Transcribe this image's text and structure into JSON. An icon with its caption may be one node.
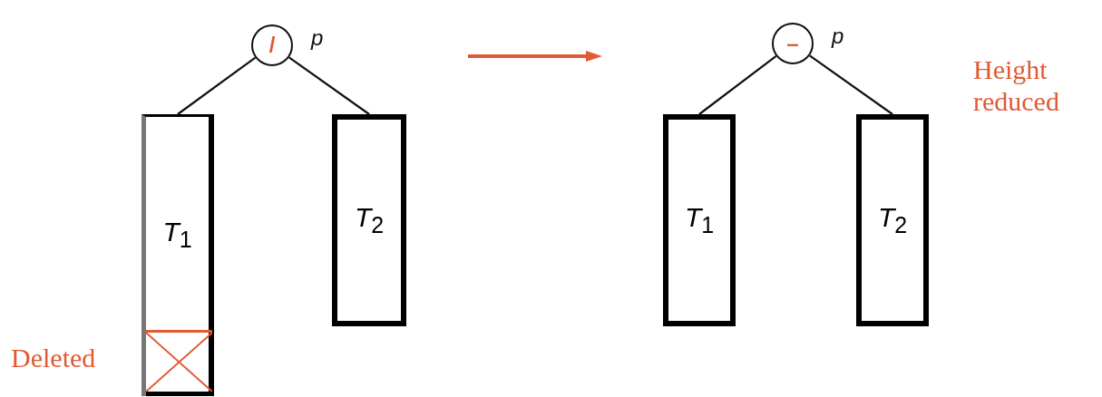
{
  "diagram": {
    "nodes": [
      {
        "text": [
          "/"
        ],
        "beside": [
          "p"
        ]
      },
      {
        "text": [
          "*T*$_{1}$"
        ]
      },
      {
        "text": [],
        "shape": "box",
        "in": 1,
        "beside": [
          "Deleted"
        ]
      },
      {
        "text": [
          "*T*$_{2}$"
        ]
      },
      {
        "text": [
          "–"
        ],
        "beside": [
          "p"
        ]
      },
      {
        "text": [
          "*T*$_{1}$"
        ]
      },
      {
        "text": [
          "*T*$_{2}$"
        ]
      }
    ],
    "edges": [
      {
        "from": 0,
        "to": 1,
        "arrow": "none"
      },
      {
        "from": 0,
        "to": 3,
        "arrow": "none"
      },
      {
        "from": 4,
        "to": 5,
        "arrow": "none"
      },
      {
        "from": 4,
        "to": 6,
        "arrow": "none"
      }
    ],
    "labels": [
      "Height reduced"
    ]
  }
}
